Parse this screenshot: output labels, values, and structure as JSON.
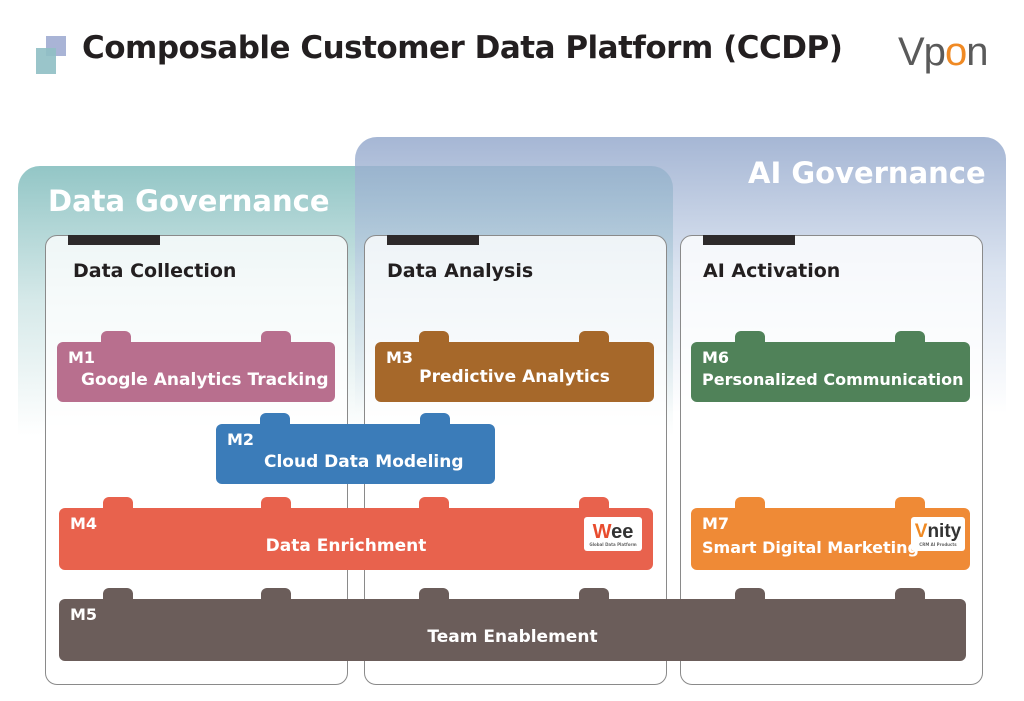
{
  "header": {
    "title": "Composable Customer Data Platform (CCDP)",
    "brand_main": "Vp",
    "brand_o": "o",
    "brand_end": "n"
  },
  "governance": {
    "data": "Data Governance",
    "ai": "AI Governance"
  },
  "columns": [
    {
      "title": "Data Collection"
    },
    {
      "title": "Data Analysis"
    },
    {
      "title": "AI Activation"
    }
  ],
  "modules": {
    "m1": {
      "code": "M1",
      "label": "Google Analytics Tracking",
      "color": "#b86f8e"
    },
    "m2": {
      "code": "M2",
      "label": "Cloud Data Modeling",
      "color": "#3b7cb9"
    },
    "m3": {
      "code": "M3",
      "label": "Predictive Analytics",
      "color": "#a6682a"
    },
    "m4": {
      "code": "M4",
      "label": "Data Enrichment",
      "color": "#e8624d"
    },
    "m5": {
      "code": "M5",
      "label": "Team Enablement",
      "color": "#6b5d5a"
    },
    "m6": {
      "code": "M6",
      "label": "Personalized Communication",
      "color": "#508259"
    },
    "m7": {
      "code": "M7",
      "label": "Smart Digital Marketing",
      "color": "#ef8a36"
    }
  },
  "badges": {
    "wee": {
      "name_a": "W",
      "name_b": "ee",
      "sub": "Global Data Platform"
    },
    "vnity": {
      "name_a": "V",
      "name_b": "nity",
      "sub": "CRM AI Products"
    }
  }
}
